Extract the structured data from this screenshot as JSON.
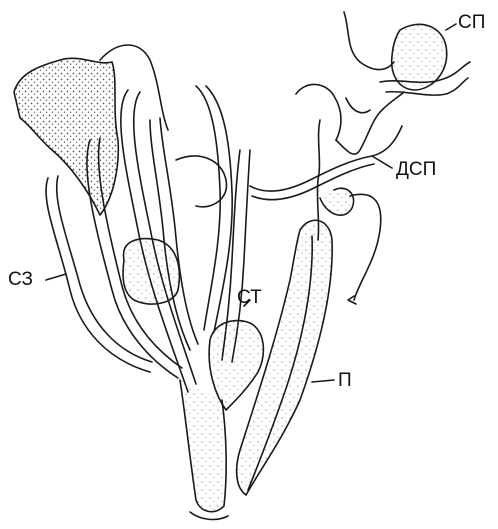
{
  "labels": {
    "sp": "СП",
    "dsp": "ДСП",
    "sz": "СЗ",
    "st": "СТ",
    "p": "П"
  },
  "colors": {
    "ink": "#1a1a1a",
    "stipple": "#5a5a5a",
    "background": "#ffffff"
  }
}
